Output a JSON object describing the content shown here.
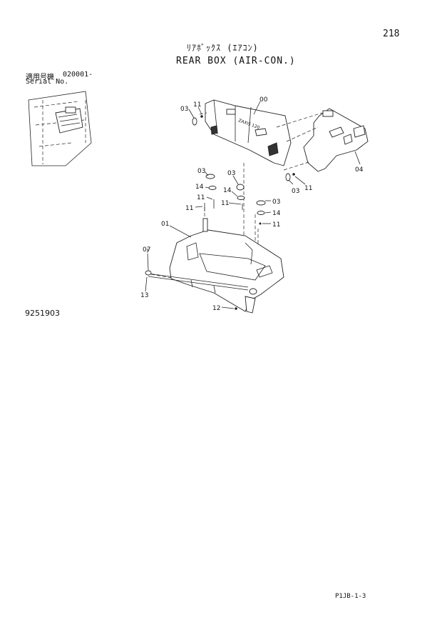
{
  "page_number": "218",
  "title_jp": "ﾘｱﾎﾞｯｸｽ (ｴｱｺﾝ)",
  "title_en": "REAR BOX (AIR-CON.)",
  "serial_label_jp": "適用号機",
  "serial_number": "020001-",
  "serial_label_en": "Serial No.",
  "figure_id": "9251903",
  "page_code": "P1JB-1-3",
  "callouts": {
    "c03a": "03",
    "c11a": "11",
    "c00": "00",
    "c04": "04",
    "c03b": "03",
    "c11b": "11",
    "c03c": "03",
    "c03d": "03",
    "c14a": "14",
    "c14b": "14",
    "c11c": "11",
    "c11d": "11",
    "c11e": "11",
    "c03e": "03",
    "c14c": "14",
    "c11f": "11",
    "c01": "01",
    "c07": "07",
    "c13": "13",
    "c12": "12"
  }
}
